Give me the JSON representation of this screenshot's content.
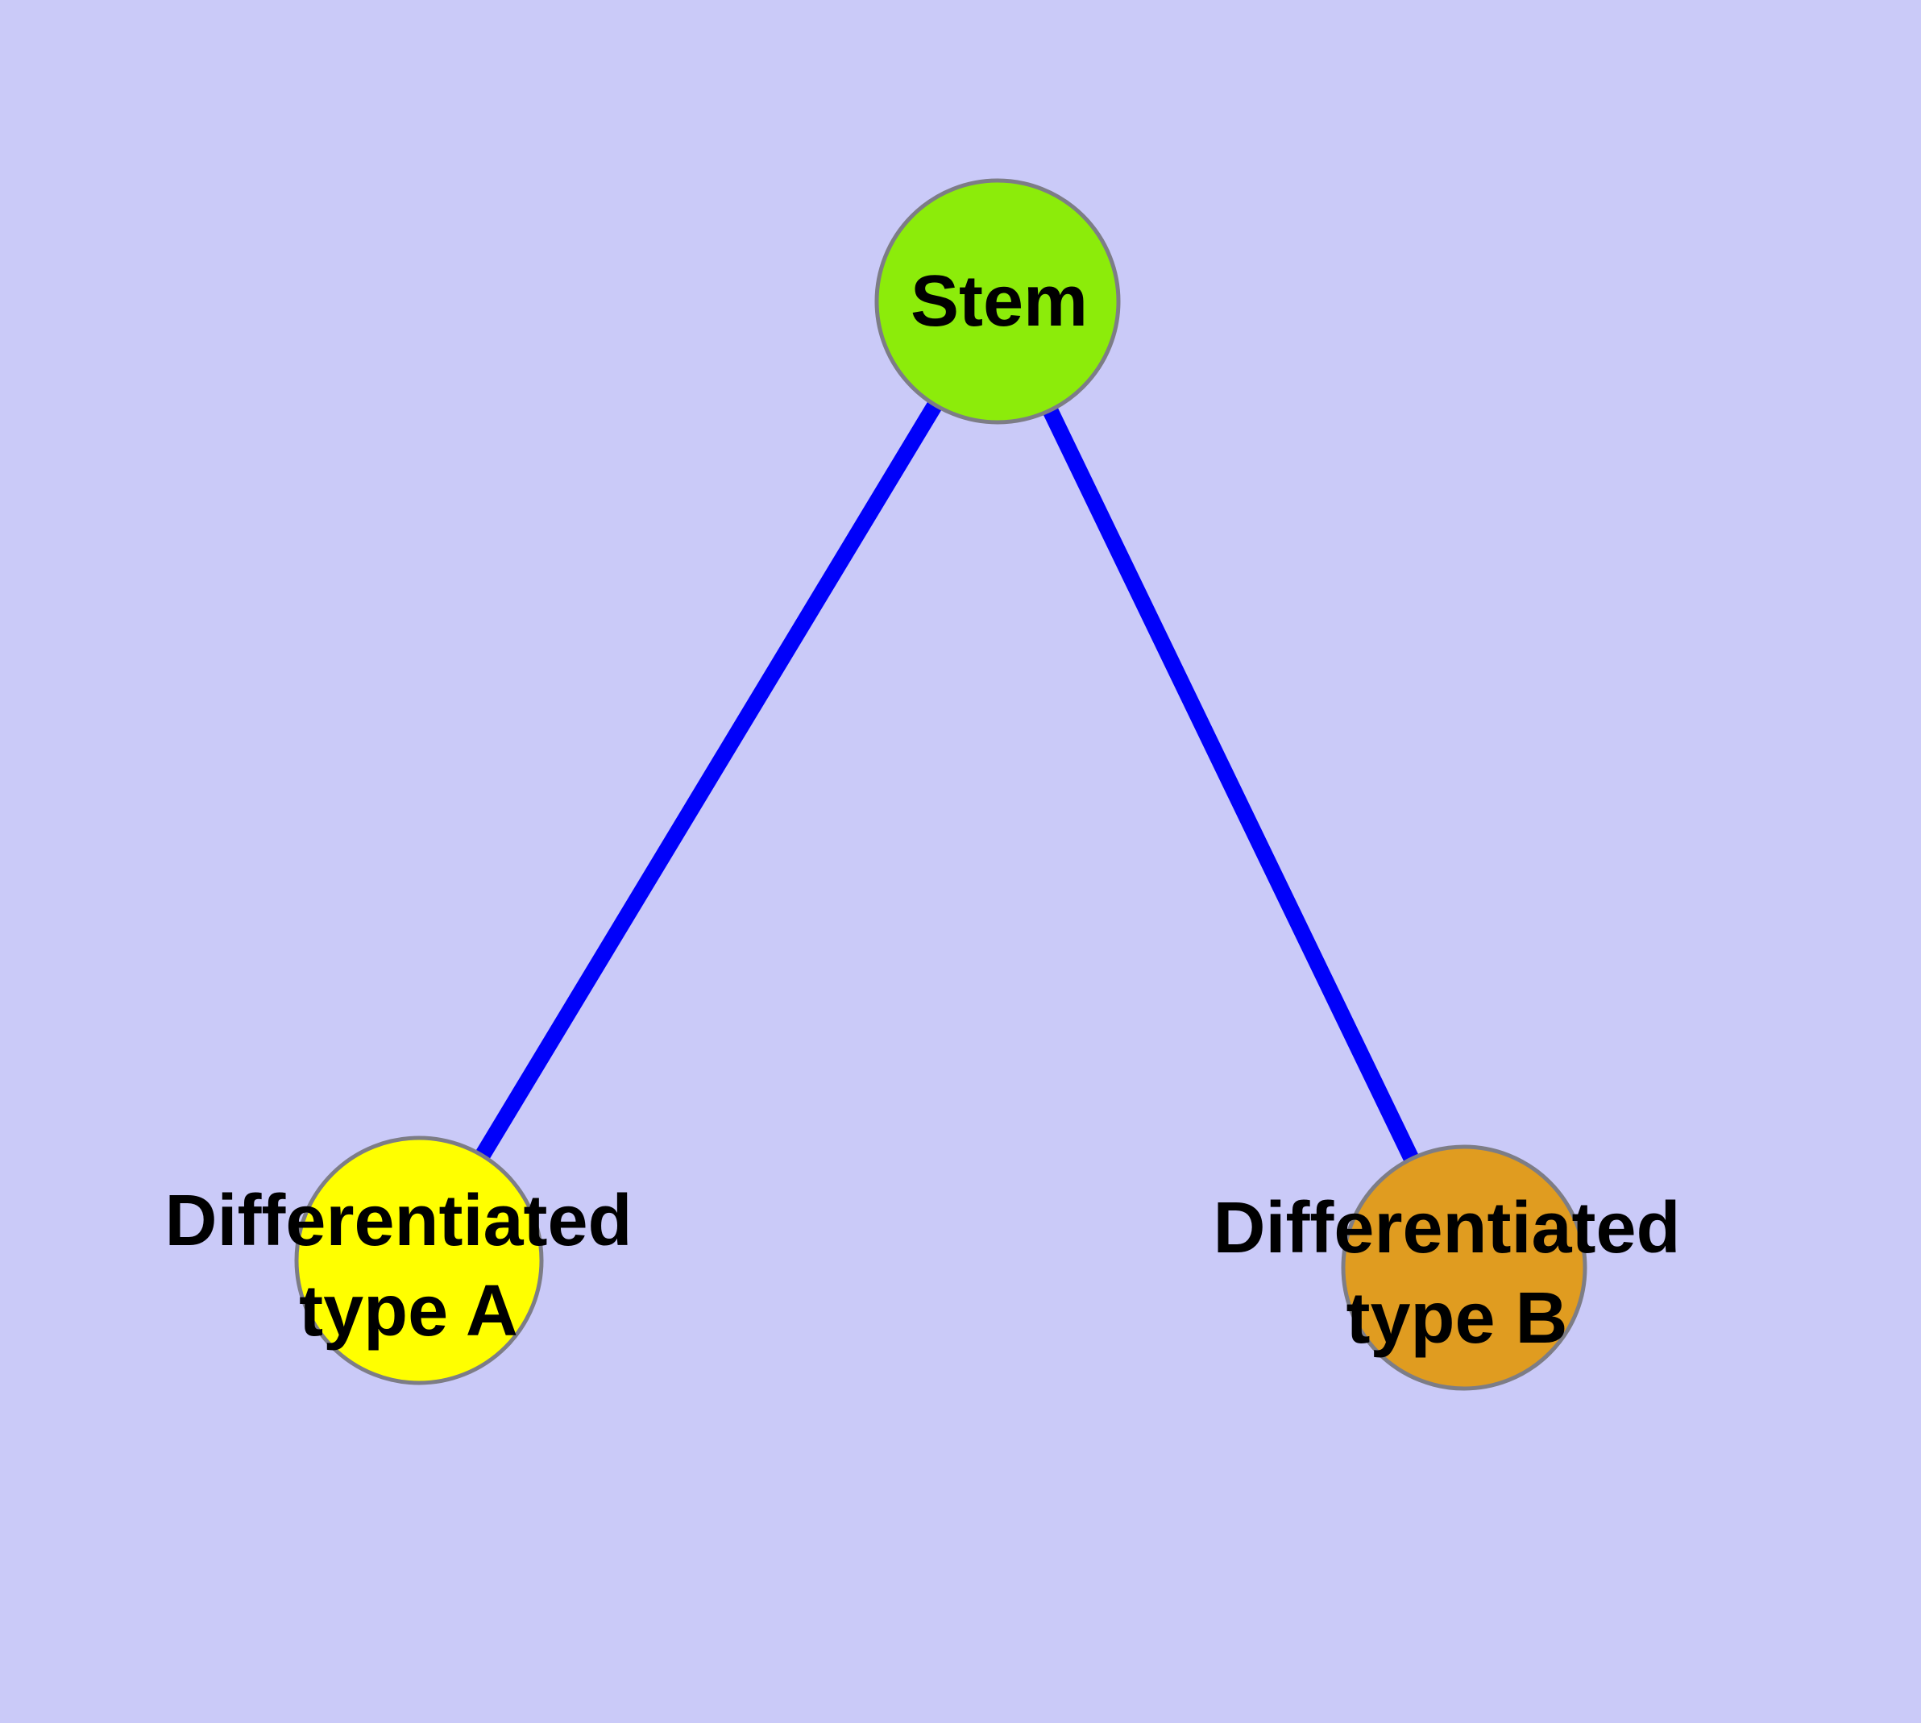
{
  "canvas": {
    "background": "#CACAF8"
  },
  "nodes": {
    "stem": {
      "label": "Stem",
      "fill": "#8CEC0A"
    },
    "type_a": {
      "label_lines": [
        "Differentiated",
        "type A"
      ],
      "fill": "#FFFF00"
    },
    "type_b": {
      "label_lines": [
        "Differentiated",
        "type B"
      ],
      "fill": "#E09C20"
    }
  },
  "edges": {
    "color": "#0000FA",
    "items": [
      {
        "from": "Stem",
        "to": "Differentiated type A"
      },
      {
        "from": "Stem",
        "to": "Differentiated type B"
      }
    ]
  }
}
